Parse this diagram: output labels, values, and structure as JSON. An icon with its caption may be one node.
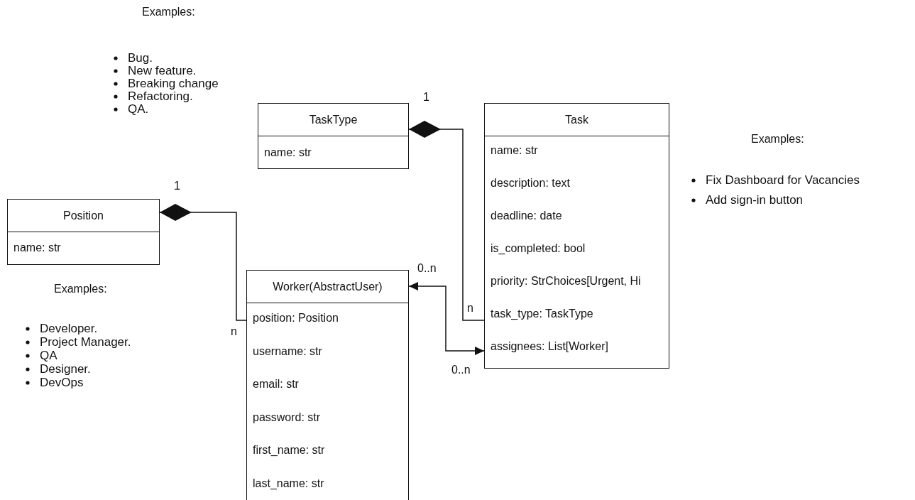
{
  "diagram": {
    "nodes": [
      {
        "text": [
          "TaskType",
          "name: str"
        ]
      },
      {
        "text": [
          "Task",
          "name: str",
          "description: text",
          "deadline: date",
          "is_completed: bool",
          "priority: StrChoices[Urgent, Hi",
          "task_type: TaskType",
          "assignees: List[Worker]"
        ]
      },
      {
        "text": [
          "Position",
          "name: str"
        ]
      },
      {
        "text": [
          "Worker(AbstractUser)",
          "position: Position",
          "username: str",
          "email: str",
          "password: str",
          "first_name: str",
          "last_name: str"
        ]
      }
    ],
    "edges": [
      {
        "from": 1,
        "to": 0,
        "arrow": "other"
      },
      {
        "from": 3,
        "to": 2,
        "arrow": "other"
      },
      {
        "from": 3,
        "to": 1,
        "arrow": "both"
      }
    ],
    "labels": [
      "Examples:",
      "Bug.",
      "New feature.",
      "Breaking change",
      "Refactoring.",
      "QA.",
      "1",
      "Examples:",
      "Fix Dashboard for Vacancies",
      "Add sign-in button",
      "1",
      "Examples:",
      "0..n",
      "n",
      "n",
      "Developer.",
      "Project Manager.",
      "QA",
      "Designer.",
      "DevOps",
      "0..n"
    ]
  }
}
